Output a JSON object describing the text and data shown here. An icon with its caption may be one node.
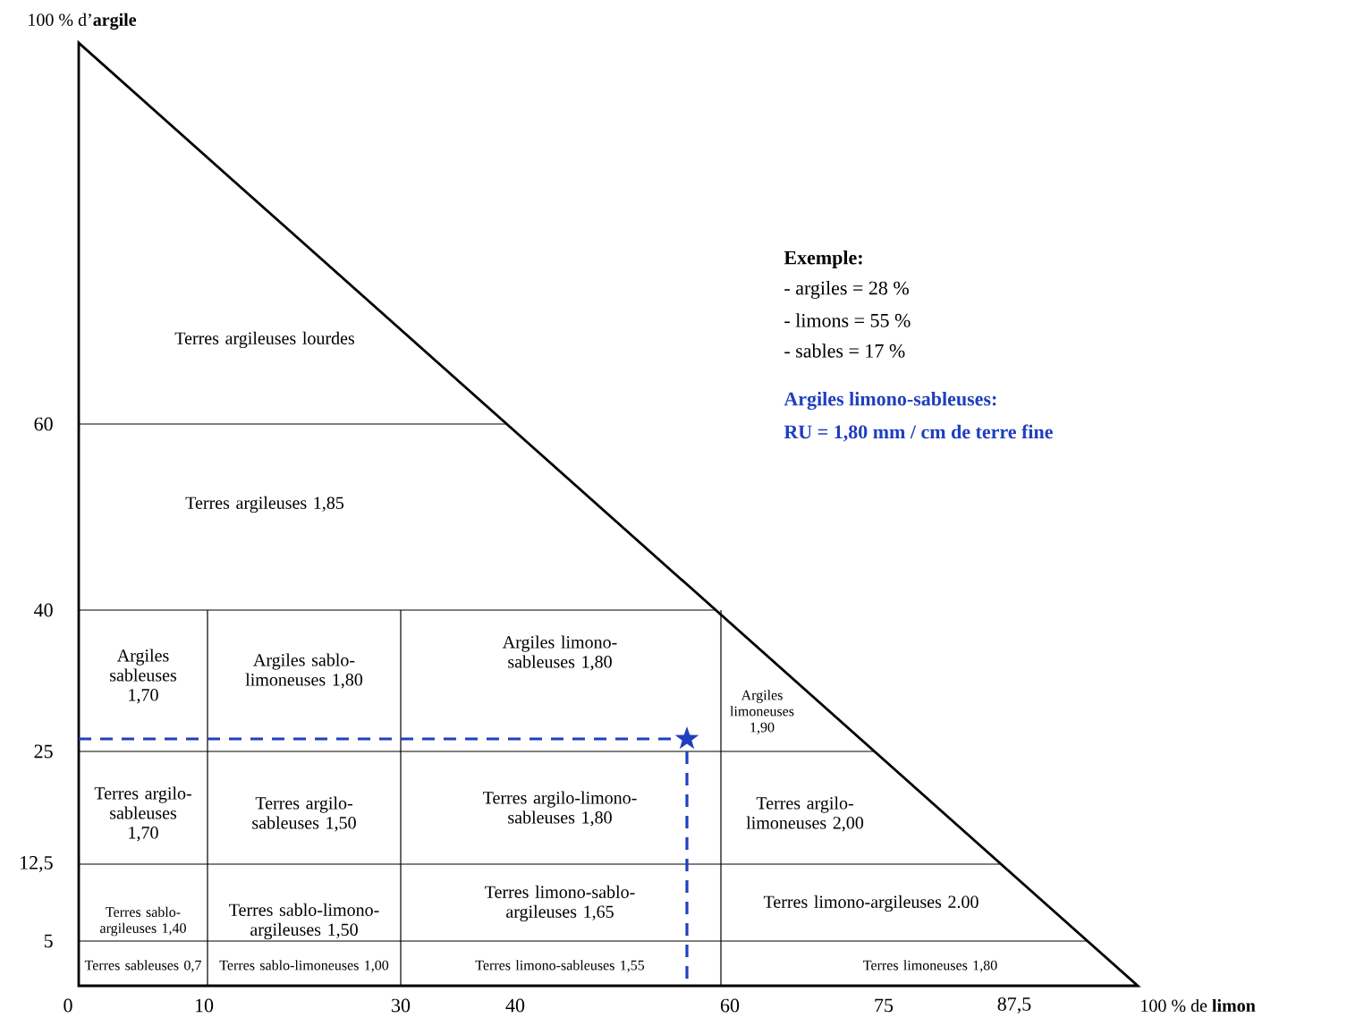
{
  "diagram": {
    "nodes": [
      {
        "text": [
          "Terres argileuses lourdes"
        ]
      },
      {
        "text": [
          "Terres argileuses 1,85"
        ]
      },
      {
        "text": [
          "Argiles sableuses 1,70"
        ]
      },
      {
        "text": [
          "Argiles sablo-limoneuses 1,80"
        ]
      },
      {
        "text": [
          "Argiles limono-sableuses 1,80"
        ]
      },
      {
        "text": [
          "Argiles limoneuses 1,90"
        ]
      },
      {
        "text": [
          "Terres argilo-sableuses 1,70"
        ]
      },
      {
        "text": [
          "Terres argilo-sableuses 1,50"
        ]
      },
      {
        "text": [
          "Terres argilo-limono-sableuses 1,80"
        ]
      },
      {
        "text": [
          "Terres argilo-limoneuses 2,00"
        ]
      },
      {
        "text": [
          "Terres sablo-argileuses 1,40"
        ]
      },
      {
        "text": [
          "Terres sablo-limono-argileuses 1,50"
        ]
      },
      {
        "text": [
          "Terres limono-sablo-argileuses 1,65"
        ]
      },
      {
        "text": [
          "Terres limono-argileuses 2.00"
        ]
      },
      {
        "text": [
          "Terres sableuses 0,7"
        ]
      },
      {
        "text": [
          "Terres sablo-limoneuses 1,00"
        ]
      },
      {
        "text": [
          "Terres limono-sableuses 1,55"
        ]
      },
      {
        "text": [
          "Terres limoneuses 1,80"
        ]
      }
    ],
    "labels": [
      "100 % d’**argile**",
      "60",
      "40",
      "25",
      "12,5",
      "5",
      "0",
      "10",
      "30",
      "40",
      "60",
      "75",
      "87,5",
      "100 % de **limon**",
      "Exemple:",
      "- argiles = 28 %",
      "- limons = 55 %",
      "- sables = 17 %",
      "Argiles limono-sableuses:",
      "RU = 1,80 mm / cm de terre fine"
    ]
  }
}
